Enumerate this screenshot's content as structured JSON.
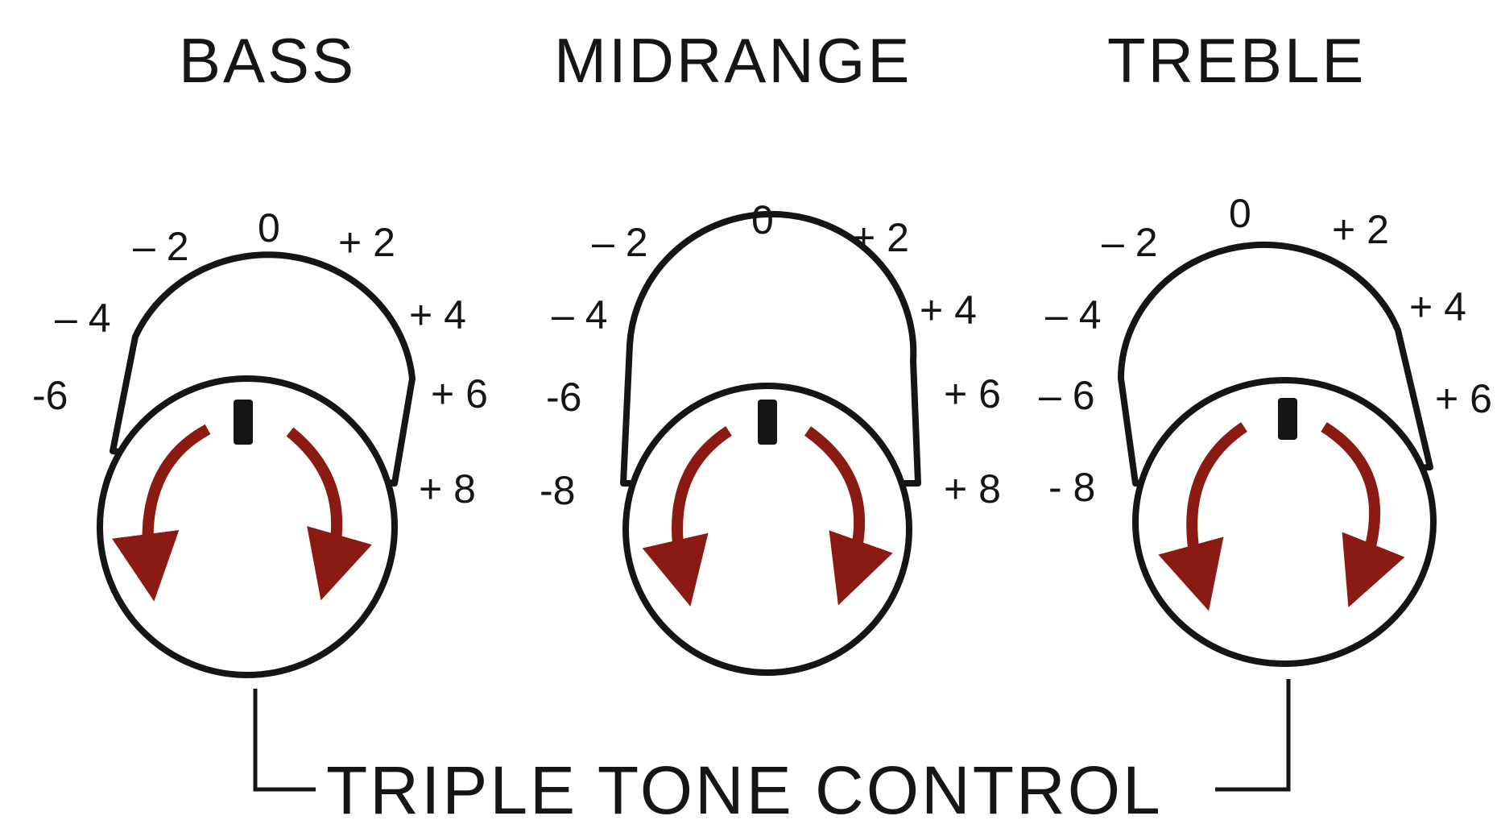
{
  "controls": [
    {
      "name": "BASS",
      "scale": {
        "m8": "",
        "m6": "-6",
        "m4": "– 4",
        "m2": "– 2",
        "zero": "0",
        "p2": "+ 2",
        "p4": "+ 4",
        "p6": "+ 6",
        "p8": "+ 8"
      }
    },
    {
      "name": "MIDRANGE",
      "scale": {
        "m8": "-8",
        "m6": "-6",
        "m4": "– 4",
        "m2": "– 2",
        "zero": "0",
        "p2": "+ 2",
        "p4": "+ 4",
        "p6": "+ 6",
        "p8": "+ 8"
      }
    },
    {
      "name": "TREBLE",
      "scale": {
        "m8": "- 8",
        "m6": "– 6",
        "m4": "– 4",
        "m2": "– 2",
        "zero": "0",
        "p2": "+ 2",
        "p4": "+ 4",
        "p6": "+ 6",
        "p8": ""
      }
    }
  ],
  "caption": "TRIPLE TONE CONTROL",
  "colors": {
    "ink": "#151515",
    "arrow": "#8b1a12",
    "background": "#ffffff"
  },
  "icons": {
    "knob_pointer": "pointer-bar-icon",
    "rotation": "curved-arrow-icon"
  }
}
